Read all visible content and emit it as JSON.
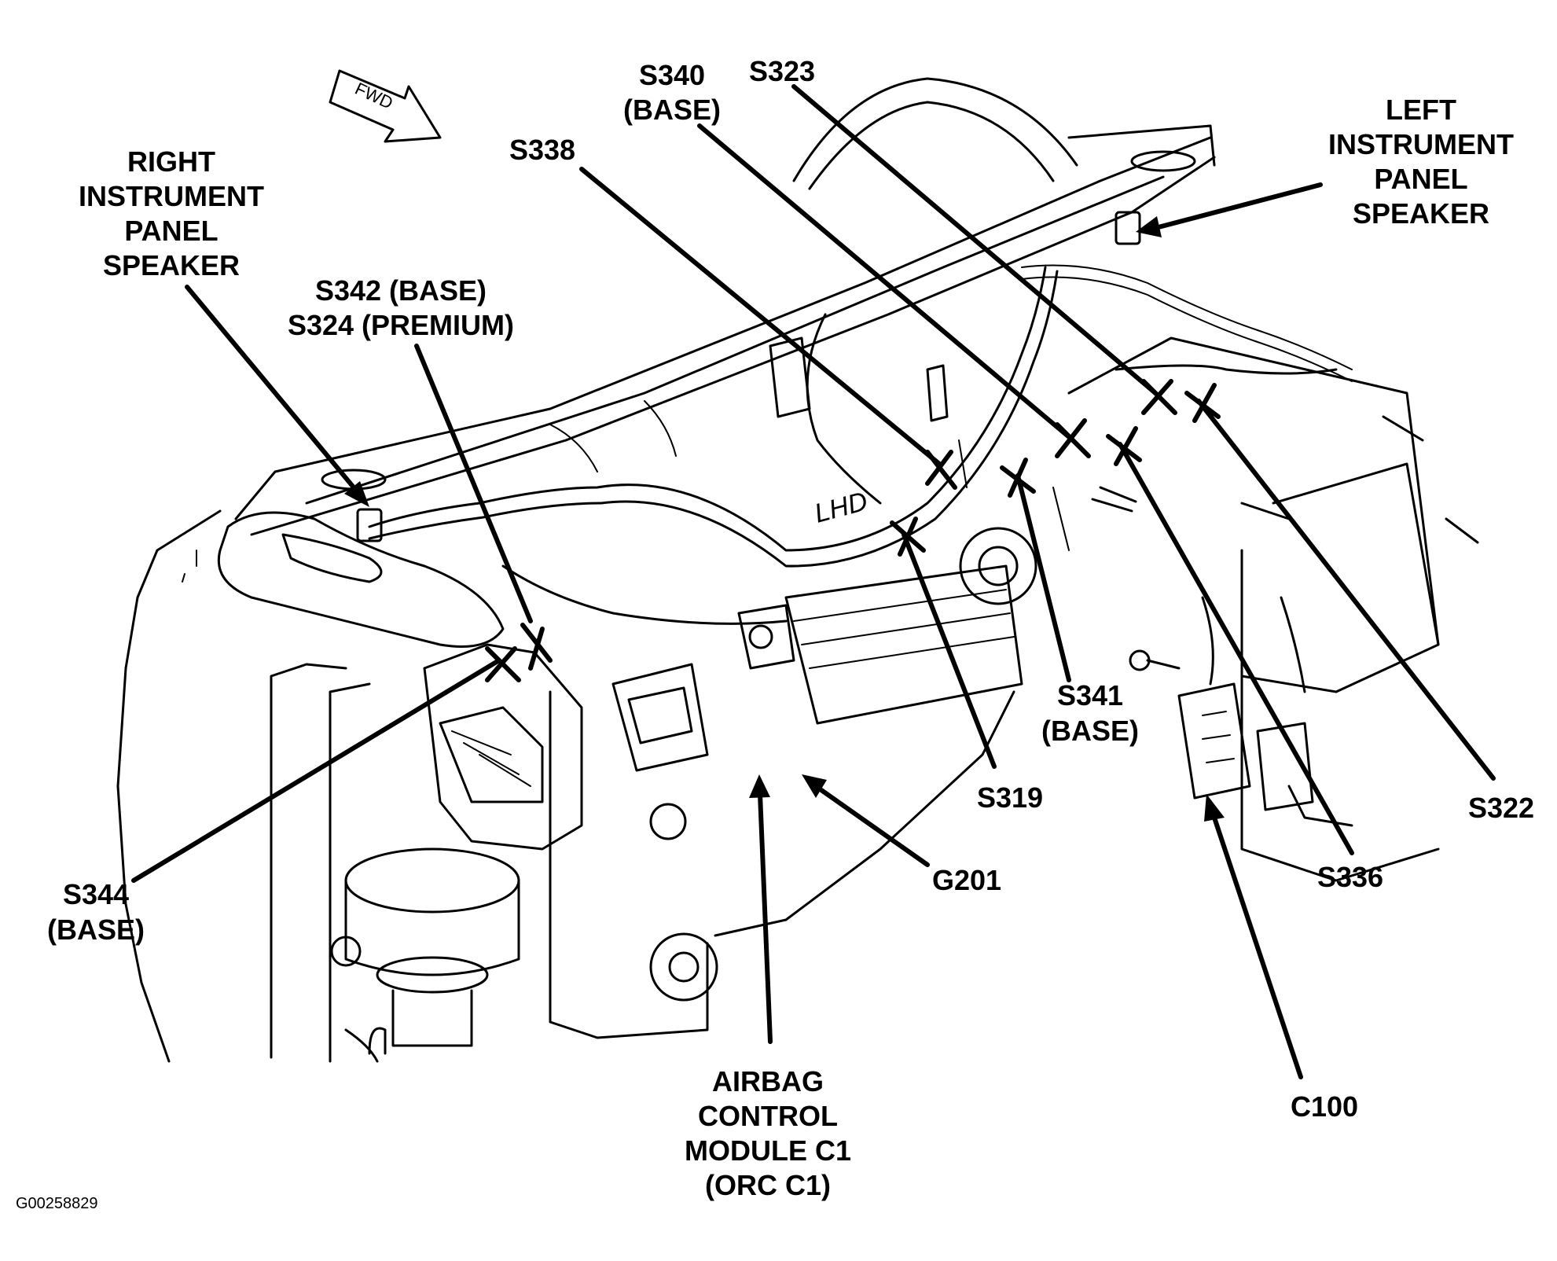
{
  "figure_id": "G00258829",
  "orientation": {
    "arrow_text": "FWD",
    "drive_marking": "LHD"
  },
  "callouts": {
    "right_speaker": [
      "RIGHT",
      "INSTRUMENT",
      "PANEL",
      "SPEAKER"
    ],
    "left_speaker": [
      "LEFT",
      "INSTRUMENT",
      "PANEL",
      "SPEAKER"
    ],
    "s342_s324": [
      "S342 (BASE)",
      "S324 (PREMIUM)"
    ],
    "s338": "S338",
    "s340": [
      "S340",
      "(BASE)"
    ],
    "s323": "S323",
    "s344": [
      "S344",
      "(BASE)"
    ],
    "s341": [
      "S341",
      "(BASE)"
    ],
    "s319": "S319",
    "g201": "G201",
    "s336": "S336",
    "s322": "S322",
    "c100": "C100",
    "airbag": [
      "AIRBAG",
      "CONTROL",
      "MODULE C1",
      "(ORC C1)"
    ]
  }
}
